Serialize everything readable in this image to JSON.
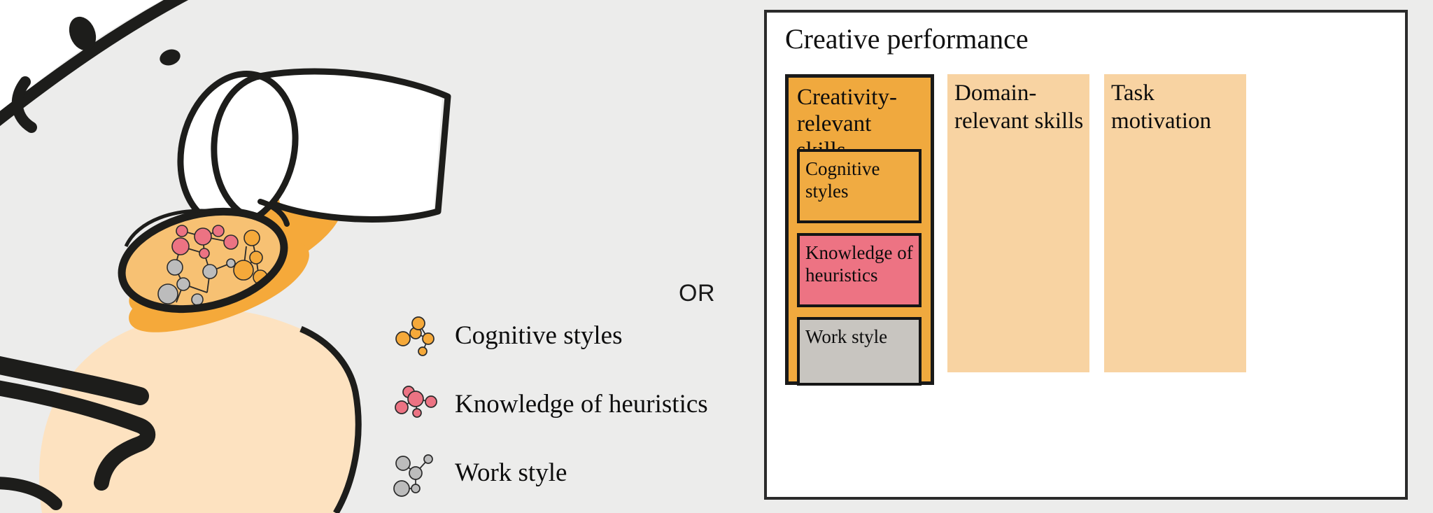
{
  "illustration": {
    "name": "hand-holding-magnifier-over-spilled-cup",
    "description": "Line-art of a face at top-left, a tipped-over white cup pouring orange liquid onto a hand, and a magnifying glass revealing a network of colored nodes",
    "colors": {
      "background": "#ececeb",
      "ink": "#1a1a1a",
      "skin": "#fde2c0",
      "spill_orange": "#f5a93a",
      "lens_fill": "#f7c173",
      "node_orange": "#f5a93a",
      "node_pink": "#ec7383",
      "node_gray": "#bcbcbc",
      "cup_fill": "#ffffff"
    }
  },
  "legend": {
    "or_label": "OR",
    "items": [
      {
        "label": "Cognitive styles",
        "glyph": "network-nodes-icon",
        "color": "#f5a93a"
      },
      {
        "label": "Knowledge of heuristics",
        "glyph": "network-nodes-icon",
        "color": "#ec7383"
      },
      {
        "label": "Work style",
        "glyph": "network-nodes-icon",
        "color": "#bcbcbc"
      }
    ]
  },
  "diagram": {
    "title": "Creative performance",
    "frame_color": "#2b2b2b",
    "columns": [
      {
        "id": "creativity",
        "heading": "Creativity-relevant skills",
        "fill": "#f0a93e",
        "bordered": true,
        "sub_boxes": [
          {
            "id": "cognitive",
            "label": "Cognitive styles",
            "fill": "#f0ab42"
          },
          {
            "id": "knowledge",
            "label": "Knowledge of heuristics",
            "fill": "#ed7383"
          },
          {
            "id": "work",
            "label": "Work style",
            "fill": "#c8c5c0"
          }
        ]
      },
      {
        "id": "domain",
        "heading": "Domain-relevant skills",
        "fill": "#f8d3a2",
        "bordered": false,
        "sub_boxes": []
      },
      {
        "id": "task",
        "heading": "Task motivation",
        "fill": "#f8d3a2",
        "bordered": false,
        "sub_boxes": []
      }
    ]
  }
}
